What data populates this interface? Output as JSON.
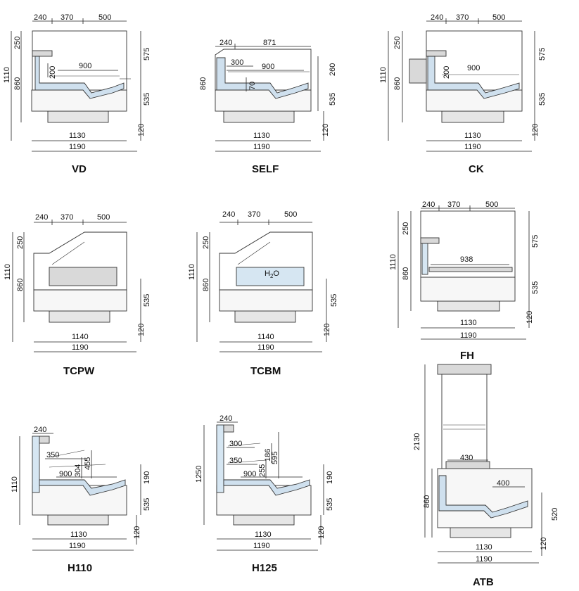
{
  "units": {
    "VD": {
      "name": "VD",
      "dims": {
        "top_a": "240",
        "top_b": "370",
        "top_c": "500",
        "h_top": "250",
        "h_total": "1110",
        "h_body": "860",
        "r_top": "575",
        "r_bottom": "535",
        "r_base": "120",
        "shelf_h": "200",
        "shelf_w": "900",
        "w_inner": "1130",
        "w_outer": "1190"
      }
    },
    "SELF": {
      "name": "SELF",
      "dims": {
        "top_a": "240",
        "top_b": "871",
        "shelf_top": "300",
        "shelf_w": "900",
        "h_body": "860",
        "r_mid": "260",
        "r_bottom": "535",
        "r_base": "120",
        "v_70": "70",
        "w_inner": "1130",
        "w_outer": "1190"
      }
    },
    "CK": {
      "name": "CK",
      "dims": {
        "top_a": "240",
        "top_b": "370",
        "top_c": "500",
        "h_top": "250",
        "h_total": "1110",
        "h_body": "860",
        "r_top": "575",
        "r_bottom": "535",
        "r_base": "120",
        "shelf_h": "200",
        "shelf_w": "900",
        "w_inner": "1130",
        "w_outer": "1190"
      }
    },
    "TCPW": {
      "name": "TCPW",
      "dims": {
        "top_a": "240",
        "top_b": "370",
        "top_c": "500",
        "h_top": "250",
        "h_total": "1110",
        "h_body": "860",
        "r_bottom": "535",
        "r_base": "120",
        "w_inner": "1140",
        "w_outer": "1190"
      }
    },
    "TCBM": {
      "name": "TCBM",
      "dims": {
        "top_a": "240",
        "top_b": "370",
        "top_c": "500",
        "h_top": "250",
        "h_total": "1110",
        "h_body": "860",
        "r_bottom": "535",
        "r_base": "120",
        "h2o_main": "H",
        "h2o_sub": "2",
        "h2o_tail": "O",
        "w_inner": "1140",
        "w_outer": "1190"
      }
    },
    "FH": {
      "name": "FH",
      "dims": {
        "top_a": "240",
        "top_b": "370",
        "top_c": "500",
        "h_top": "250",
        "h_total": "1110",
        "h_body": "860",
        "r_top": "575",
        "r_bottom": "535",
        "r_base": "120",
        "shelf_w": "938",
        "w_inner": "1130",
        "w_outer": "1190"
      }
    },
    "H110": {
      "name": "H110",
      "dims": {
        "top_a": "240",
        "s1": "350",
        "s2": "900",
        "v1": "304",
        "v2": "455",
        "h_total": "1110",
        "r_top": "190",
        "r_bottom": "535",
        "r_base": "120",
        "w_inner": "1130",
        "w_outer": "1190"
      }
    },
    "H125": {
      "name": "H125",
      "dims": {
        "top_a": "240",
        "s1": "300",
        "s2": "350",
        "s3": "900",
        "v1": "255",
        "v2": "186",
        "v3": "595",
        "h_total": "1250",
        "r_top": "190",
        "r_bottom": "535",
        "r_base": "120",
        "w_inner": "1130",
        "w_outer": "1190"
      }
    },
    "ATB": {
      "name": "ATB",
      "dims": {
        "h_total": "2130",
        "h_body": "860",
        "shelf_w": "430",
        "tray_w": "400",
        "r_mid": "520",
        "r_base": "120",
        "w_inner": "1130",
        "w_outer": "1190"
      }
    }
  }
}
